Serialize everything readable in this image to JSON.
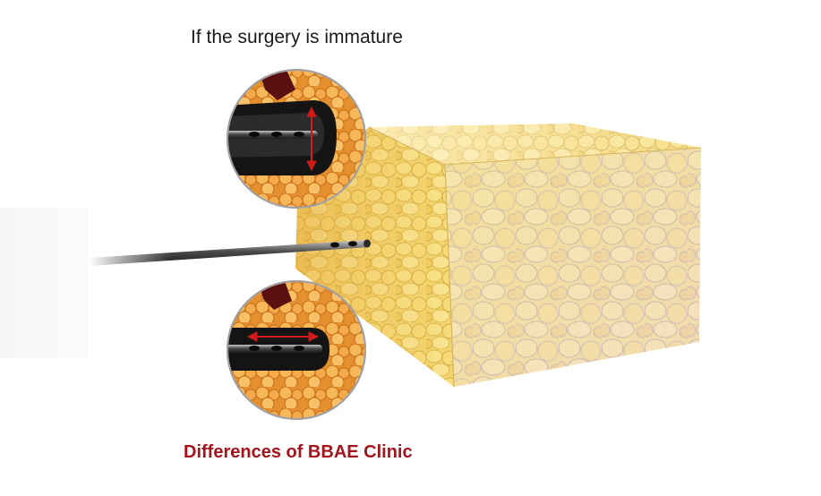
{
  "diagram": {
    "top_caption": "If the surgery is immature",
    "bottom_caption": "Differences of BBAE Clinic"
  },
  "colors": {
    "caption_accent": "#a3141c",
    "fat_yellow": "#f2d36a",
    "fat_orange": "#e9963a",
    "cannula_black": "#1b1b1b",
    "arrow_red": "#d11a1a"
  },
  "icons": {
    "top_magnifier": "magnifier-circle-vertical-motion",
    "bottom_magnifier": "magnifier-circle-horizontal-motion",
    "cannula": "liposuction-cannula",
    "tissue": "fat-tissue-block"
  }
}
